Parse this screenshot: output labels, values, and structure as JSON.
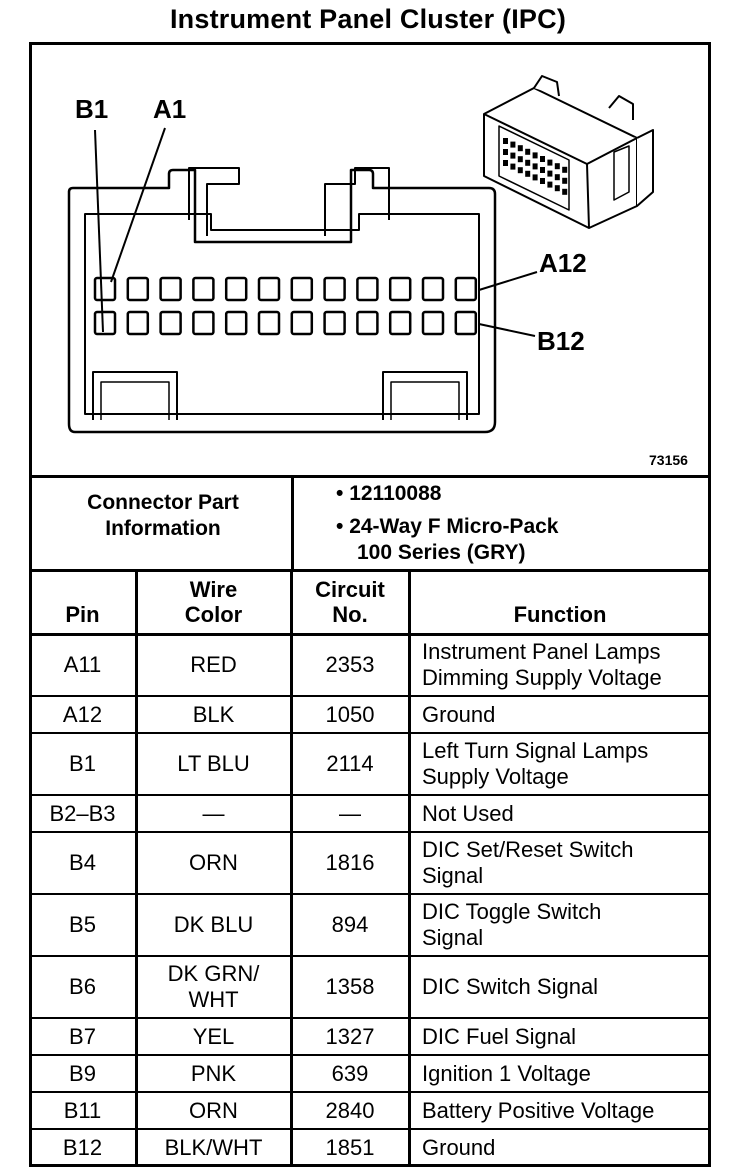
{
  "title": "Instrument Panel Cluster (IPC)",
  "diagram": {
    "labels": {
      "b1": "B1",
      "a1": "A1",
      "a12": "A12",
      "b12": "B12"
    },
    "ref_number": "73156"
  },
  "connector": {
    "heading": "Connector Part Information",
    "part_number": "12110088",
    "description_line1": "24-Way F Micro-Pack",
    "description_line2": "100 Series (GRY)"
  },
  "table": {
    "headers": {
      "pin": "Pin",
      "wire_color_1": "Wire",
      "wire_color_2": "Color",
      "circuit_1": "Circuit",
      "circuit_2": "No.",
      "function": "Function"
    },
    "rows": [
      {
        "pin": "A11",
        "wire": [
          "RED"
        ],
        "circuit": "2353",
        "function": [
          "Instrument Panel Lamps",
          "Dimming Supply Voltage"
        ]
      },
      {
        "pin": "A12",
        "wire": [
          "BLK"
        ],
        "circuit": "1050",
        "function": [
          "Ground"
        ]
      },
      {
        "pin": "B1",
        "wire": [
          "LT BLU"
        ],
        "circuit": "2114",
        "function": [
          "Left Turn Signal Lamps",
          "Supply Voltage"
        ]
      },
      {
        "pin": "B2–B3",
        "wire": [
          "—"
        ],
        "circuit": "—",
        "function": [
          "Not Used"
        ]
      },
      {
        "pin": "B4",
        "wire": [
          "ORN"
        ],
        "circuit": "1816",
        "function": [
          "DIC Set/Reset Switch",
          "Signal"
        ]
      },
      {
        "pin": "B5",
        "wire": [
          "DK BLU"
        ],
        "circuit": "894",
        "function": [
          "DIC Toggle Switch",
          "Signal"
        ]
      },
      {
        "pin": "B6",
        "wire": [
          "DK GRN/",
          "WHT"
        ],
        "circuit": "1358",
        "function": [
          "DIC Switch Signal"
        ]
      },
      {
        "pin": "B7",
        "wire": [
          "YEL"
        ],
        "circuit": "1327",
        "function": [
          "DIC Fuel Signal"
        ]
      },
      {
        "pin": "B9",
        "wire": [
          "PNK"
        ],
        "circuit": "639",
        "function": [
          "Ignition 1 Voltage"
        ]
      },
      {
        "pin": "B11",
        "wire": [
          "ORN"
        ],
        "circuit": "2840",
        "function": [
          "Battery Positive Voltage"
        ]
      },
      {
        "pin": "B12",
        "wire": [
          "BLK/WHT"
        ],
        "circuit": "1851",
        "function": [
          "Ground"
        ]
      }
    ]
  }
}
